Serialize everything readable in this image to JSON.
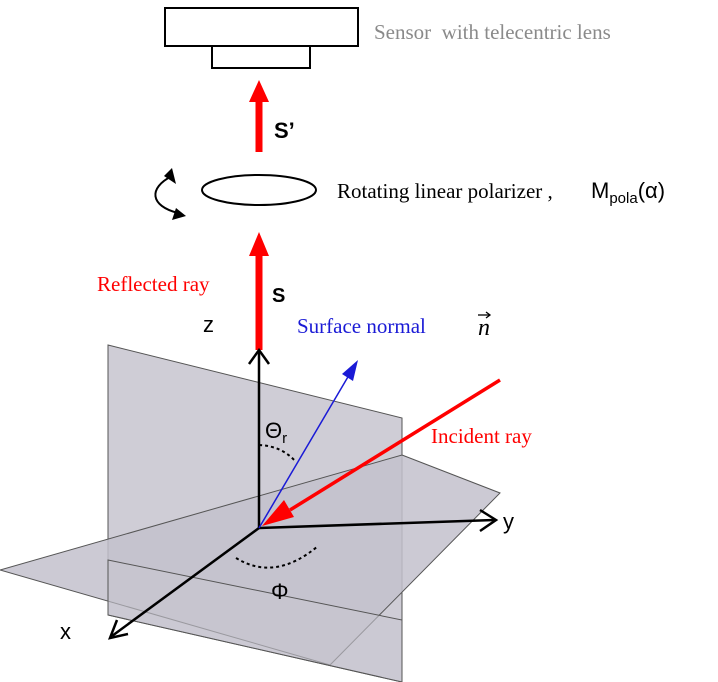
{
  "labels": {
    "sensor": "Sensor  with telecentric lens",
    "s_prime": "S’",
    "polarizer": "Rotating linear polarizer ,",
    "m_pola_main": "M",
    "m_pola_sub": "pola",
    "m_pola_arg": "(α)",
    "reflected_ray": "Reflected ray",
    "s": "S",
    "z_axis": "z",
    "surface_normal": "Surface normal",
    "normal_symbol": "n",
    "theta_main": "Θ",
    "theta_sub": "r",
    "incident_ray": "Incident ray",
    "y_axis": "y",
    "phi": "Φ",
    "x_axis": "x"
  },
  "colors": {
    "red": "#ff0000",
    "blue": "#1a1ad6",
    "black": "#000000",
    "plane_fill": "#c8c6d0",
    "plane_fill_dark": "#b5b3be",
    "plane_stroke": "#555555",
    "sensor_text": "#8a8a8a"
  }
}
